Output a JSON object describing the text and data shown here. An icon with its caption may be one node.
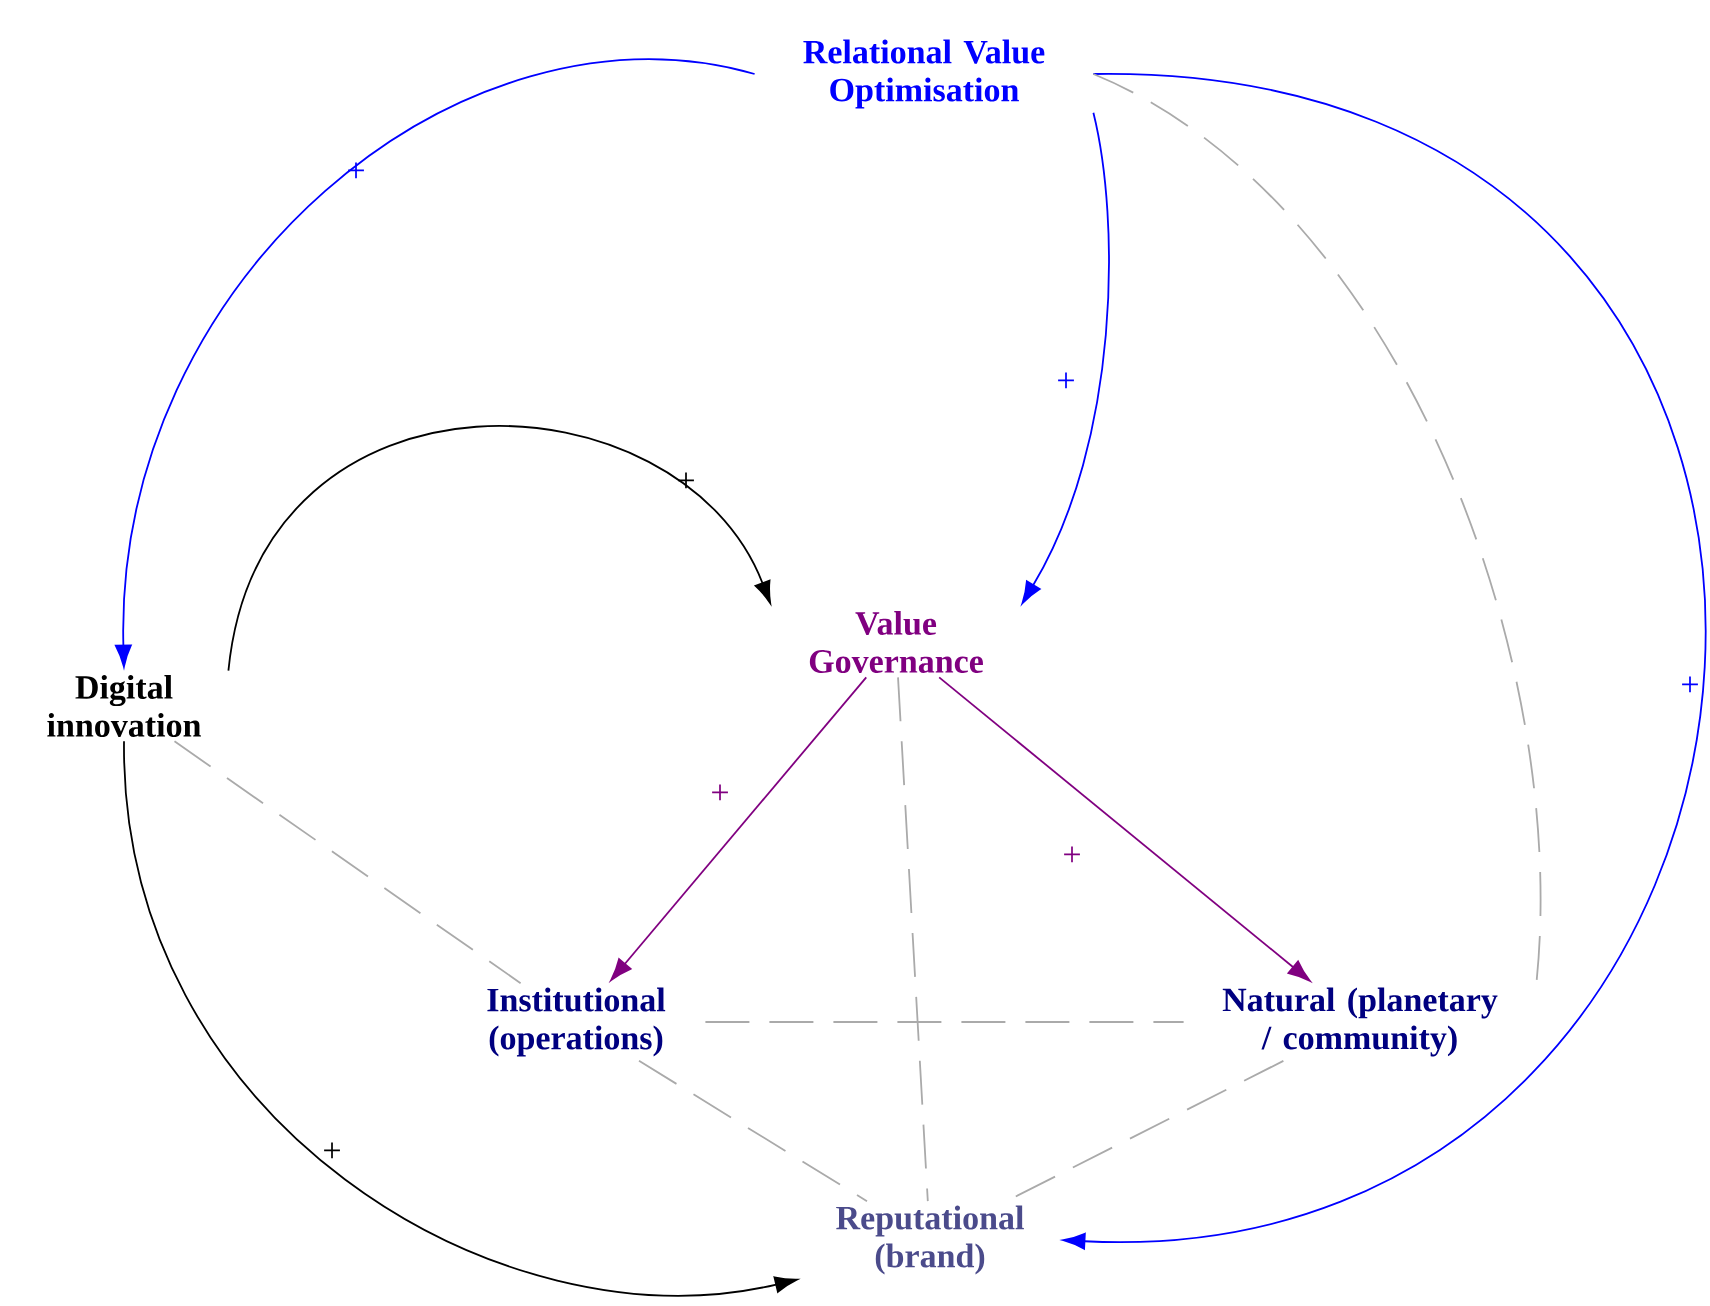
{
  "diagram": {
    "nodes": [
      {
        "text": [
          "Relational Value Optimisation"
        ]
      },
      {
        "text": [
          "Value Governance"
        ]
      },
      {
        "text": [
          "Digital innovation"
        ]
      },
      {
        "text": [
          "Institutional (operations)"
        ]
      },
      {
        "text": [
          "Natural (planetary / community)"
        ]
      },
      {
        "text": [
          "Reputational (brand)"
        ]
      }
    ],
    "edges": [
      {
        "from": 0,
        "to": 2,
        "arrow": "to",
        "label": "+",
        "color": "#0000ff"
      },
      {
        "from": 0,
        "to": 1,
        "arrow": "to",
        "label": "+",
        "color": "#0000ff"
      },
      {
        "from": 0,
        "to": 5,
        "arrow": "to",
        "label": "+",
        "color": "#0000ff"
      },
      {
        "from": 2,
        "to": 1,
        "arrow": "to",
        "label": "+",
        "color": "#000000"
      },
      {
        "from": 2,
        "to": 5,
        "arrow": "to",
        "label": "+",
        "color": "#000000"
      },
      {
        "from": 1,
        "to": 3,
        "arrow": "to",
        "label": "+",
        "color": "#800080"
      },
      {
        "from": 1,
        "to": 4,
        "arrow": "to",
        "label": "+",
        "color": "#800080"
      },
      {
        "from": 0,
        "to": 4,
        "arrow": "none",
        "style": "dashed"
      },
      {
        "from": 2,
        "to": 3,
        "arrow": "none",
        "style": "dashed"
      },
      {
        "from": 3,
        "to": 4,
        "arrow": "none",
        "style": "dashed"
      },
      {
        "from": 3,
        "to": 5,
        "arrow": "none",
        "style": "dashed"
      },
      {
        "from": 1,
        "to": 5,
        "arrow": "none",
        "style": "dashed"
      },
      {
        "from": 4,
        "to": 5,
        "arrow": "none",
        "style": "dashed"
      }
    ]
  }
}
